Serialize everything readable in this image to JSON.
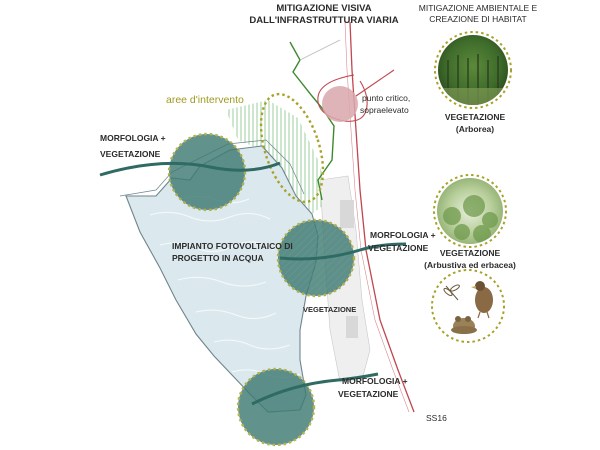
{
  "header": {
    "mitigazione_visiva": [
      "MITIGAZIONE VISIVA",
      "DALL'INFRASTRUTTURA VIARIA"
    ],
    "mitigazione_ambientale": [
      "MITIGAZIONE AMBIENTALE E",
      "CREAZIONE DI HABITAT"
    ]
  },
  "map": {
    "aree_label": "aree d'intervento",
    "punto_critico": [
      "punto critico,",
      "sopraelevato"
    ],
    "impianto": [
      "IMPIANTO FOTOVOLTAICO DI",
      "PROGETTO IN ACQUA"
    ],
    "morf_left": [
      "MORFOLOGIA +",
      "VEGETAZIONE"
    ],
    "morf_right": [
      "MORFOLOGIA +",
      "VEGETAZIONE"
    ],
    "vegetazione_small": "VEGETAZIONE",
    "morf_bottom": [
      "MORFOLOGIA +",
      "VEGETAZIONE"
    ],
    "road_label": "SS16"
  },
  "legend": {
    "arborea": [
      "VEGETAZIONE",
      "(Arborea)"
    ],
    "arbustiva": [
      "VEGETAZIONE",
      "(Arbustiva ed erbacea)"
    ]
  },
  "colors": {
    "water": "#dbe9ee",
    "water_edge": "#7a8f96",
    "teal_circle": "#3f7b74",
    "accent_olive": "#a8a22a",
    "road": "#c0464f",
    "green_line": "#3d8a2c",
    "critical_fill": "#d9a7ad",
    "stroke_teal": "#2f6b63"
  },
  "icons": [
    "tree-grove-icon",
    "shrub-icon",
    "dragonfly-icon",
    "duck-icon",
    "toad-icon"
  ]
}
